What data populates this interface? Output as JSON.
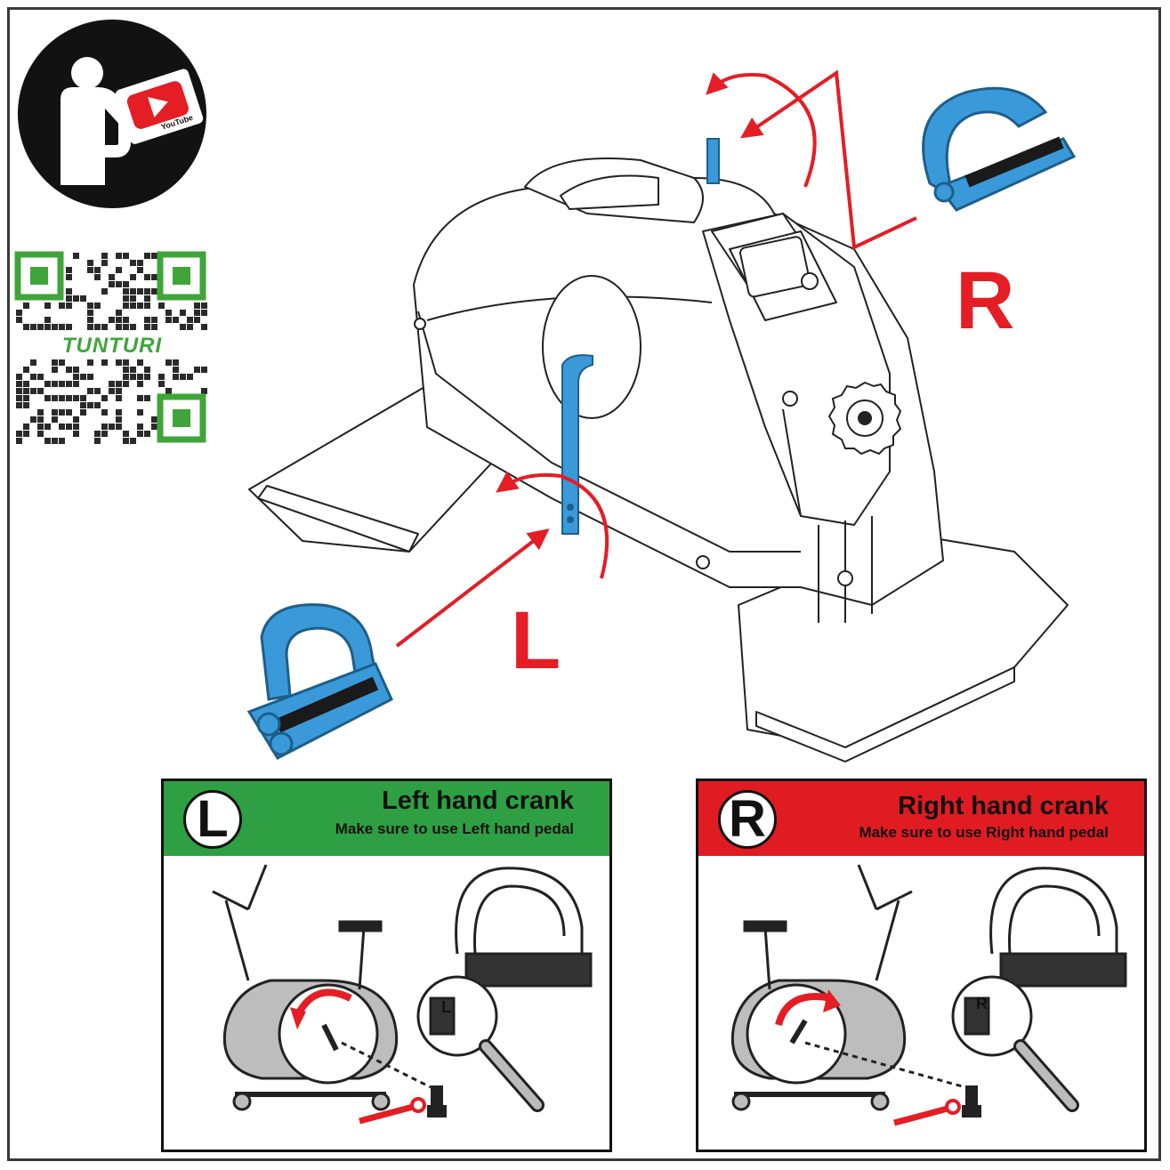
{
  "brand": {
    "logo_text": "TUNTURI"
  },
  "manual_icon": {
    "screen_label": "YouTube"
  },
  "colors": {
    "accent_red": "#e51d24",
    "left_green": "#2ea043",
    "right_red": "#e01b22",
    "pedal_blue": "#3a9ad9",
    "qr_green": "#3fa53a"
  },
  "main_labels": {
    "right": "R",
    "left": "L"
  },
  "panels": [
    {
      "id": "left",
      "badge": "L",
      "title": "Left hand crank",
      "subtitle": "Make sure to use Left hand pedal",
      "magnifier_label": "L"
    },
    {
      "id": "right",
      "badge": "R",
      "title": "Right hand crank",
      "subtitle": "Make sure to use Right hand pedal",
      "magnifier_label": "R"
    }
  ],
  "icons": [
    "read-manual-icon",
    "qr-code-icon",
    "rotate-arrow-icon",
    "wrench-icon",
    "magnifier-icon"
  ]
}
